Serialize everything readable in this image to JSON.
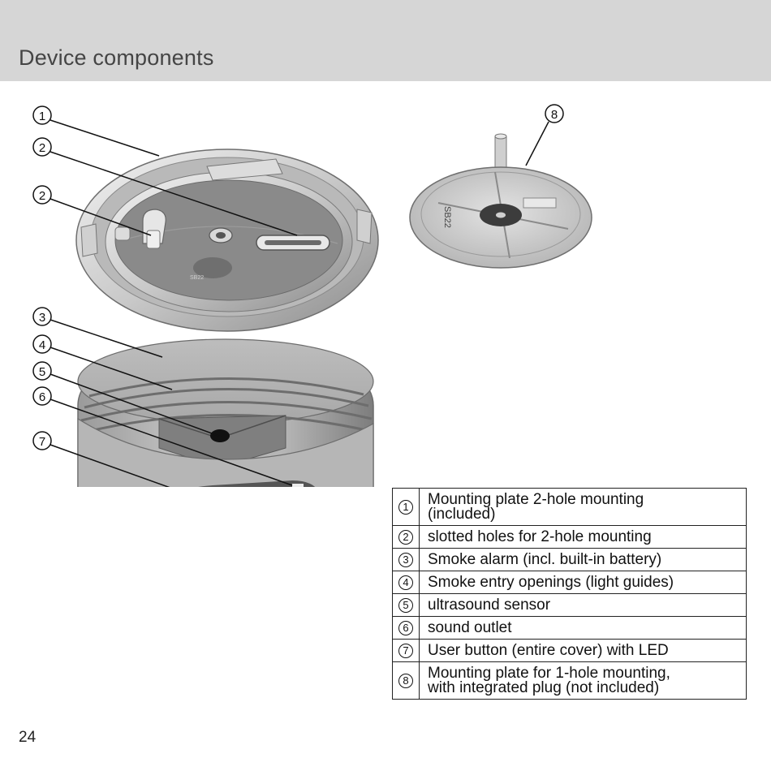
{
  "page": {
    "title": "Device components",
    "page_number": "24"
  },
  "callouts": [
    "1",
    "2",
    "2",
    "3",
    "4",
    "5",
    "6",
    "7",
    "8"
  ],
  "plate_engraving": {
    "big_plate": "SB22",
    "small_plate": "SB22"
  },
  "legend": [
    {
      "num": "1",
      "lines": [
        "Mounting plate 2-hole mounting",
        "(included)"
      ]
    },
    {
      "num": "2",
      "lines": [
        "slotted holes for 2-hole mounting"
      ]
    },
    {
      "num": "3",
      "lines": [
        "Smoke alarm (incl. built-in battery)"
      ]
    },
    {
      "num": "4",
      "lines": [
        "Smoke entry openings (light guides)"
      ]
    },
    {
      "num": "5",
      "lines": [
        "ultrasound sensor"
      ]
    },
    {
      "num": "6",
      "lines": [
        "sound outlet"
      ]
    },
    {
      "num": "7",
      "lines": [
        "User button (entire cover) with LED"
      ]
    },
    {
      "num": "8",
      "lines": [
        "Mounting plate for 1-hole mounting,",
        "with integrated plug (not included)"
      ]
    }
  ]
}
